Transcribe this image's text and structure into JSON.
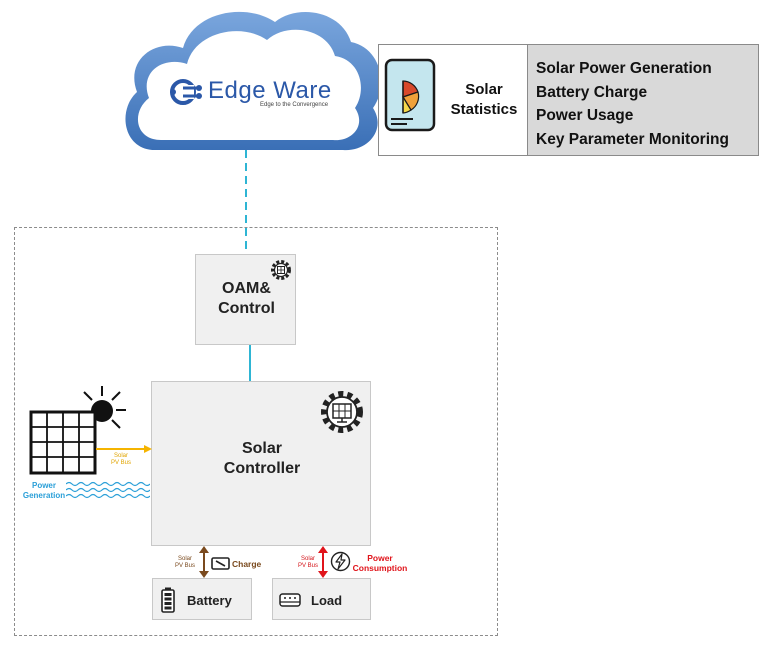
{
  "logo": {
    "brand": "Edge Ware",
    "tagline": "Edge to the Convergence"
  },
  "stats": {
    "title_line1": "Solar",
    "title_line2": "Statistics",
    "items": [
      "Solar Power Generation",
      "Battery Charge",
      "Power Usage",
      "Key Parameter Monitoring"
    ]
  },
  "oam": {
    "line1": "OAM&",
    "line2": "Control"
  },
  "controller": {
    "line1": "Solar",
    "line2": "Controller"
  },
  "pv_input": {
    "bus_line1": "Solar",
    "bus_line2": "PV Bus",
    "gen_line1": "Power",
    "gen_line2": "Generation"
  },
  "battery": {
    "label": "Battery",
    "bus_line1": "Solar",
    "bus_line2": "PV Bus",
    "charge_label": "Charge"
  },
  "load": {
    "label": "Load",
    "bus_line1": "Solar",
    "bus_line2": "PV Bus",
    "consumption_line1": "Power",
    "consumption_line2": "Consumption"
  },
  "colors": {
    "cloud_edge": "#4a7fc1",
    "link_cyan": "#2eb5d4",
    "pv_arrow": "#f5b400",
    "generation_blue": "#2a9fd8",
    "battery_brown": "#7a4a1e",
    "consumption_red": "#e0141b",
    "logo_blue": "#2b58a8"
  }
}
